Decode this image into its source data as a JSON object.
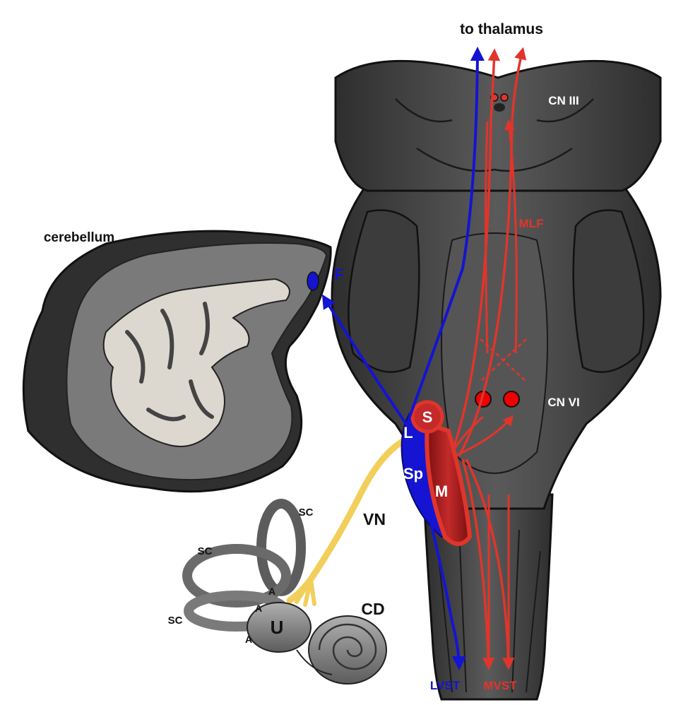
{
  "labels": {
    "to_thalamus": "to thalamus",
    "cn_iii": "CN III",
    "mlf": "MLF",
    "cerebellum": "cerebellum",
    "f": "F",
    "cn_vi": "CN VI",
    "s": "S",
    "l": "L",
    "sp": "Sp",
    "m": "M",
    "vn": "VN",
    "sc1": "SC",
    "sc2": "SC",
    "sc3": "SC",
    "a1": "A",
    "a2": "A",
    "a3": "A",
    "u": "U",
    "cd": "CD",
    "lvst": "LVST",
    "mvst": "MVST"
  },
  "colors": {
    "lateral_pathway": "#1414d2",
    "medial_pathway": "#e0352b",
    "nerve": "#f2cf5b",
    "brainstem": "#4a4a4a",
    "cerebellum_white_matter": "#dcd8d0"
  }
}
